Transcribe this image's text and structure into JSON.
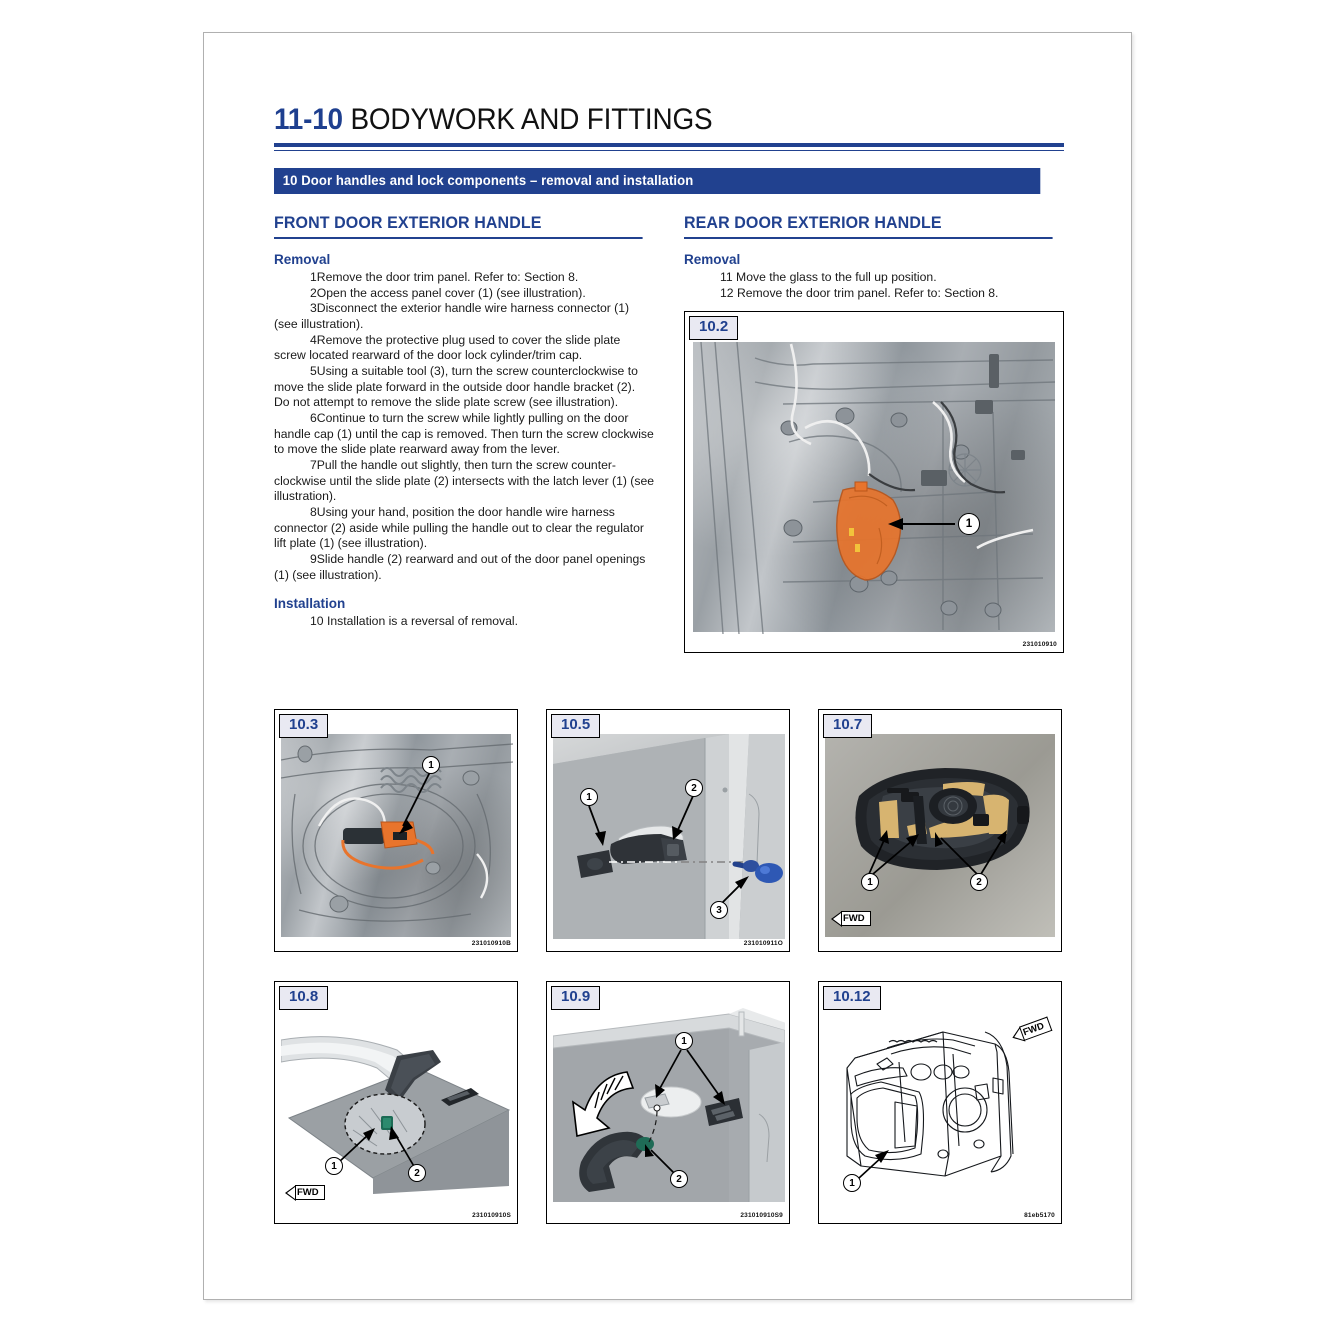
{
  "page": {
    "number": "11-10",
    "title": "BODYWORK AND FITTINGS",
    "section_bar": "10  Door handles and lock components – removal and installation",
    "accent_color": "#21418f"
  },
  "left_column": {
    "heading": "FRONT DOOR EXTERIOR HANDLE",
    "removal_label": "Removal",
    "removal_steps": [
      {
        "n": "1",
        "text": "Remove the door trim panel. Refer to: Section 8."
      },
      {
        "n": "2",
        "text": "Open the access panel cover (1) (see illustration)."
      },
      {
        "n": "3",
        "text": "Disconnect the exterior handle wire harness connector (1) (see illustration)."
      },
      {
        "n": "4",
        "text": "Remove the protective plug used to cover the slide plate screw located rearward of the door lock cylinder/trim cap."
      },
      {
        "n": "5",
        "text": "Using a suitable tool (3), turn the screw counterclockwise to move the slide plate forward in the outside door handle bracket (2). Do not attempt to remove the slide plate screw (see illustration)."
      },
      {
        "n": "6",
        "text": "Continue to turn the screw while lightly pulling on the door handle cap (1) until the cap is removed. Then turn the screw clockwise to move the slide plate rearward away from the lever."
      },
      {
        "n": "7",
        "text": "Pull the handle out slightly, then turn the screw counter-clockwise until the slide plate (2) intersects with the latch lever (1) (see illustration)."
      },
      {
        "n": "8",
        "text": "Using your hand, position the door handle wire harness connector (2) aside while pulling the handle out to clear the regulator lift plate (1) (see illustration)."
      },
      {
        "n": "9",
        "text": "Slide handle (2) rearward and out of the door panel openings (1) (see illustration)."
      }
    ],
    "installation_label": "Installation",
    "installation_steps": [
      {
        "n": "10",
        "text": "Installation is a reversal of removal."
      }
    ]
  },
  "right_column": {
    "heading": "REAR DOOR EXTERIOR HANDLE",
    "removal_label": "Removal",
    "removal_steps": [
      {
        "n": "11",
        "text": "Move the glass to the full up position."
      },
      {
        "n": "12",
        "text": "Remove the door trim panel. Refer to: Section 8."
      }
    ]
  },
  "figures": [
    {
      "id": "10.2",
      "label": "10.2",
      "code": "231010910",
      "callouts": [
        "1"
      ],
      "fwd_label": null,
      "description": "Door inner panel with orange highlighted access panel cover"
    },
    {
      "id": "10.3",
      "label": "10.3",
      "code": "231010910B",
      "callouts": [
        "1"
      ],
      "fwd_label": null,
      "description": "Exterior handle wire harness connector inside door access hole"
    },
    {
      "id": "10.5",
      "label": "10.5",
      "code": "231010911O",
      "callouts": [
        "1",
        "2",
        "3"
      ],
      "fwd_label": null,
      "description": "Door handle cap, handle bracket and blue tool alignment view"
    },
    {
      "id": "10.7",
      "label": "10.7",
      "code": "",
      "callouts": [
        "1",
        "2"
      ],
      "fwd_label": "FWD",
      "description": "Photograph of handle assembly underside with tan coloured slide plate and latch lever"
    },
    {
      "id": "10.8",
      "label": "10.8",
      "code": "231010910S",
      "callouts": [
        "1",
        "2"
      ],
      "fwd_label": "FWD",
      "description": "Regulator lift plate and wire harness connector detail circle"
    },
    {
      "id": "10.9",
      "label": "10.9",
      "code": "231010910S9",
      "callouts": [
        "1",
        "2"
      ],
      "fwd_label": null,
      "description": "Handle sliding rearward out of door panel openings"
    },
    {
      "id": "10.12",
      "label": "10.12",
      "code": "81eb5170",
      "callouts": [
        "1"
      ],
      "fwd_label": "FWD",
      "description": "Line drawing of rear door trim panel removal"
    }
  ]
}
